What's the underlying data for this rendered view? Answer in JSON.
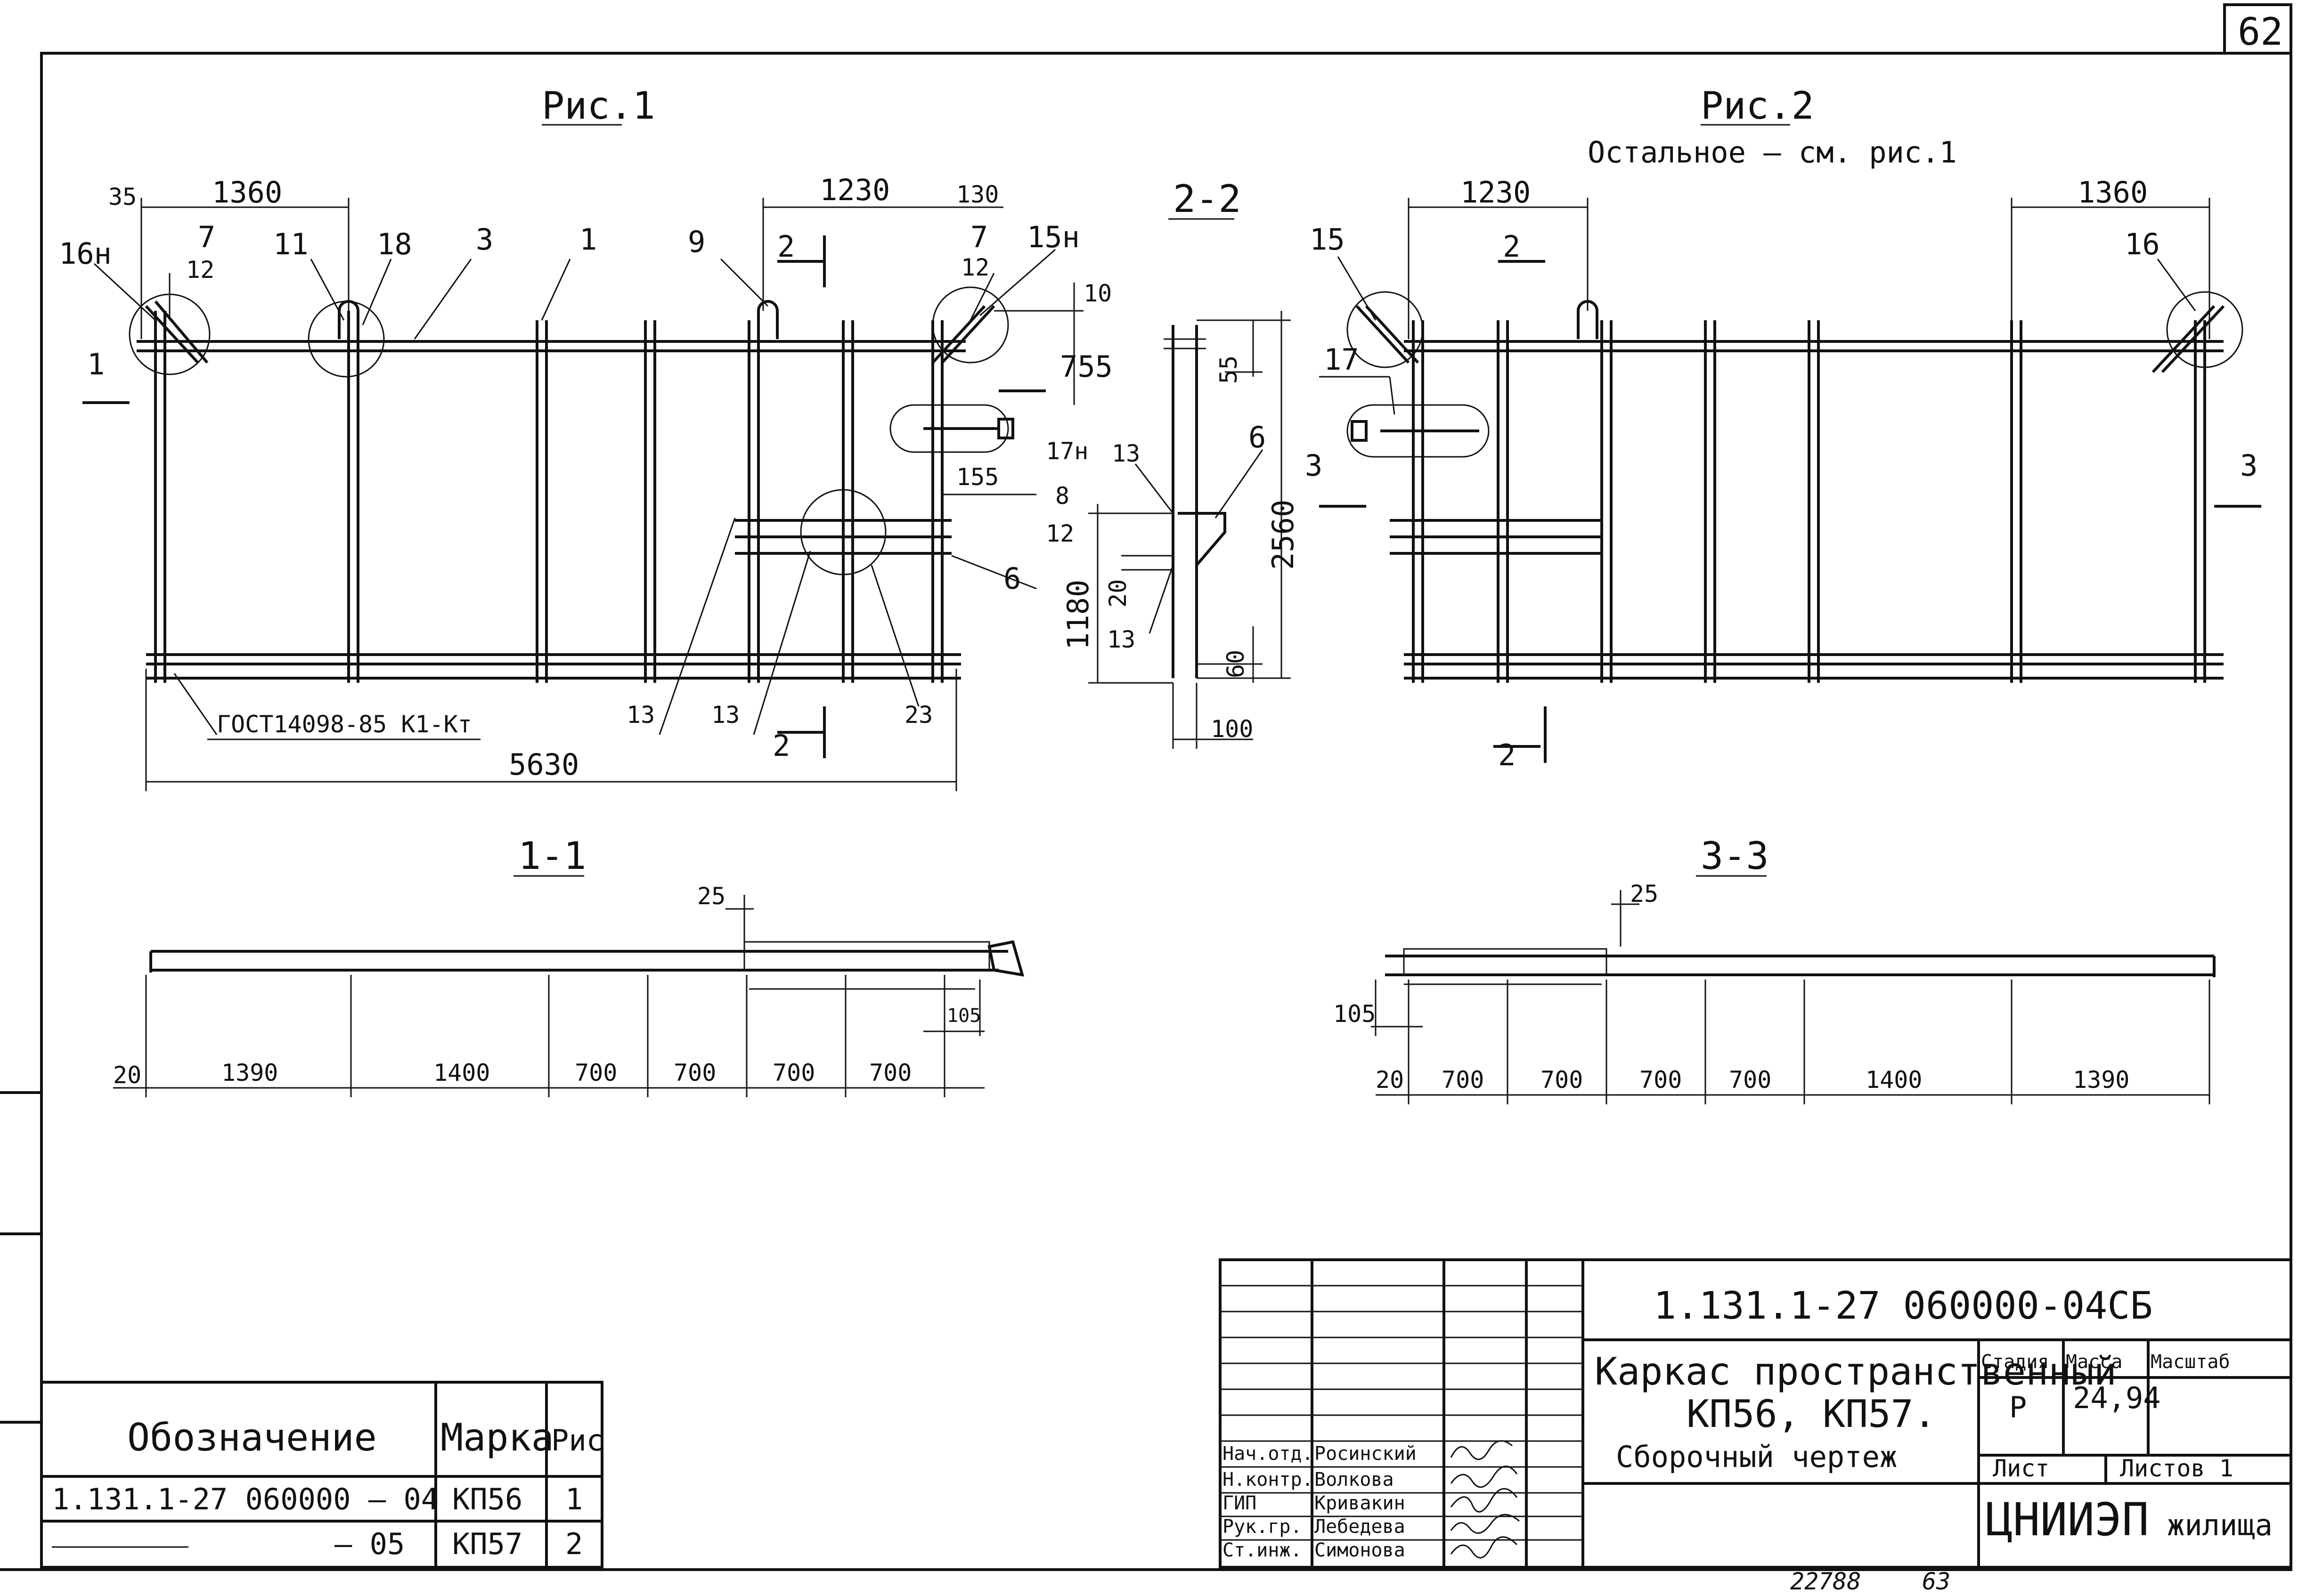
{
  "sheet": {
    "number": "62",
    "bottom_left_code": "22788",
    "bottom_right_code": "63"
  },
  "fig1": {
    "title": "Рис.1",
    "dims": {
      "d35": "35",
      "d1360": "1360",
      "d1230": "1230",
      "d130": "130",
      "d10": "10",
      "d755": "755",
      "d155": "155",
      "d5630": "5630"
    },
    "callouts": {
      "c16n": "16н",
      "c7": "7",
      "c12a": "12",
      "c11": "11",
      "c18": "18",
      "c3": "3",
      "c1": "1",
      "c9": "9",
      "c7b": "7",
      "c12b": "12",
      "c15n": "15н",
      "c17n": "17н",
      "c8": "8",
      "c12c": "12",
      "c6": "6",
      "c13a": "13",
      "c13b": "13",
      "c23": "23"
    },
    "gost": "ГОСТ14098-85 К1-Кт",
    "sec_1": "1",
    "sec_2a": "2",
    "sec_2b": "2"
  },
  "sec22": {
    "title": "2-2",
    "dims": {
      "d55": "55",
      "d2560": "2560",
      "d1180": "1180",
      "d20": "20",
      "d60": "60",
      "d100": "100"
    },
    "callouts": {
      "c13a": "13",
      "c13b": "13",
      "c6": "6"
    }
  },
  "fig2": {
    "title": "Рис.2",
    "subtitle": "Остальное – см. рис.1",
    "dims": {
      "d1230": "1230",
      "d1360": "1360"
    },
    "callouts": {
      "c15": "15",
      "c16": "16",
      "c17": "17"
    },
    "sec_2a": "2",
    "sec_2b": "2",
    "sec_3a": "3",
    "sec_3b": "3"
  },
  "sec11": {
    "title": "1-1",
    "dims": {
      "d25": "25",
      "d105": "105",
      "d20": "20",
      "d1390": "1390",
      "d1400": "1400",
      "d700a": "700",
      "d700b": "700",
      "d700c": "700",
      "d700d": "700"
    }
  },
  "sec33": {
    "title": "3-3",
    "dims": {
      "d25": "25",
      "d105": "105",
      "d20": "20",
      "d700a": "700",
      "d700b": "700",
      "d700c": "700",
      "d700d": "700",
      "d1400": "1400",
      "d1390": "1390"
    }
  },
  "spec_table": {
    "headers": {
      "designation": "Обозначение",
      "mark": "Марка",
      "fig": "Рис"
    },
    "rows": [
      {
        "designation": "1.131.1-27 060000 – 04",
        "mark": "КП56",
        "fig": "1"
      },
      {
        "designation": "– 05",
        "mark": "КП57",
        "fig": "2"
      }
    ]
  },
  "title_block": {
    "doc_code": "1.131.1-27 060000-04СБ",
    "name_line1": "Каркас пространственный",
    "name_line2": "КП56, КП57.",
    "name_line3": "Сборочный чертеж",
    "stage_label": "Стадия",
    "mass_label": "Масса",
    "scale_label": "Масштаб",
    "stage": "Р",
    "mass": "24,94",
    "sheet_label": "Лист",
    "sheets_label": "Листов 1",
    "org": "ЦНИИЭП",
    "org_suffix": "жилища",
    "roles": [
      {
        "role": "Нач.отд.",
        "name": "Росинский"
      },
      {
        "role": "Н.контр.",
        "name": "Волкова"
      },
      {
        "role": "ГИП",
        "name": "Кривакин"
      },
      {
        "role": "Рук.гр.",
        "name": "Лебедева"
      },
      {
        "role": "Ст.инж.",
        "name": "Симонова"
      }
    ]
  }
}
